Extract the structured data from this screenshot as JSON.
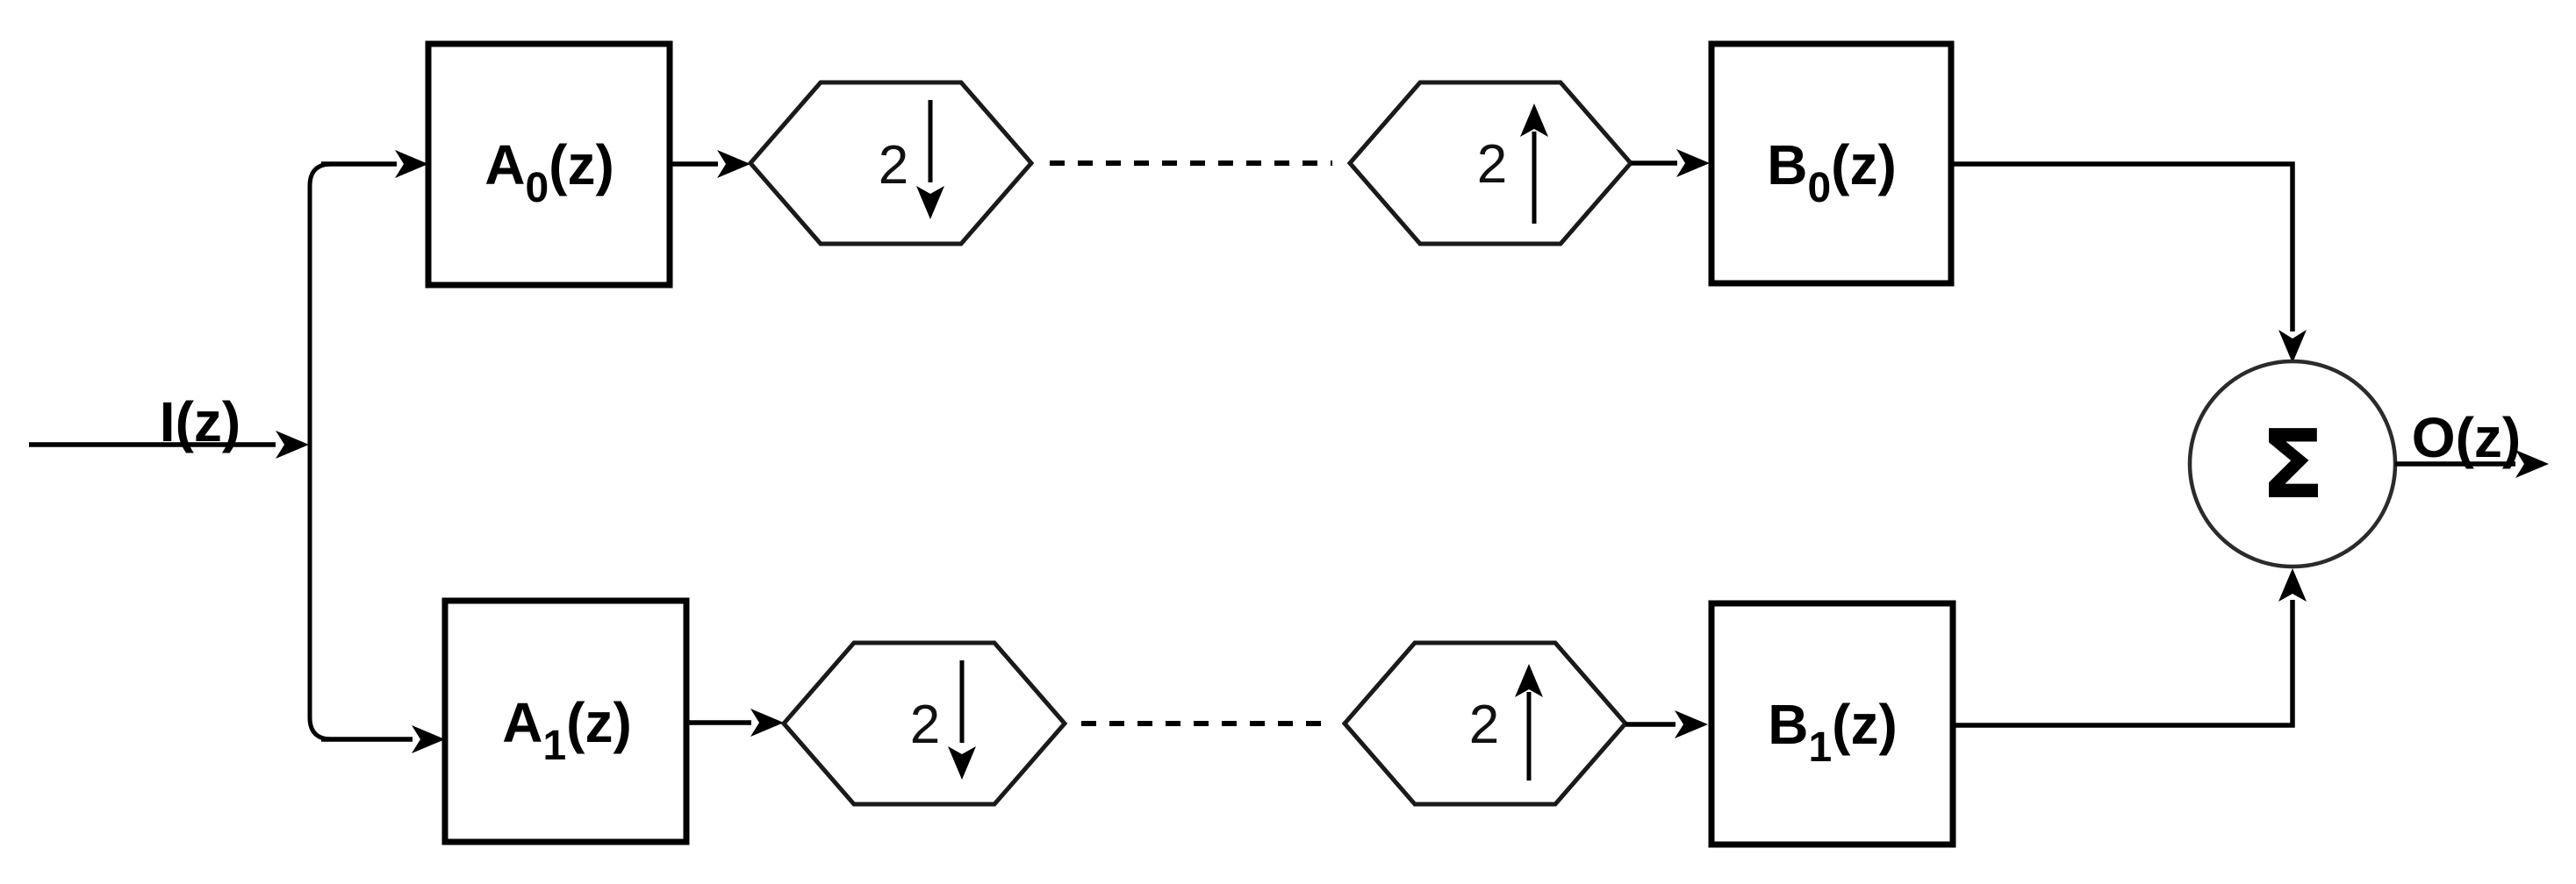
{
  "diagram": {
    "input": {
      "label": "I(z)"
    },
    "output": {
      "label": "O(z)"
    },
    "summation": {
      "symbol": "Σ"
    },
    "branches": [
      {
        "analysis_filter": {
          "base": "A",
          "sub": "0",
          "arg": "(z)"
        },
        "downsampler": {
          "factor": "2",
          "direction": "down"
        },
        "upsampler": {
          "factor": "2",
          "direction": "up"
        },
        "synthesis_filter": {
          "base": "B",
          "sub": "0",
          "arg": "(z)"
        }
      },
      {
        "analysis_filter": {
          "base": "A",
          "sub": "1",
          "arg": "(z)"
        },
        "downsampler": {
          "factor": "2",
          "direction": "down"
        },
        "upsampler": {
          "factor": "2",
          "direction": "up"
        },
        "synthesis_filter": {
          "base": "B",
          "sub": "1",
          "arg": "(z)"
        }
      }
    ],
    "colors": {
      "line": "#000000",
      "background": "#ffffff"
    }
  }
}
